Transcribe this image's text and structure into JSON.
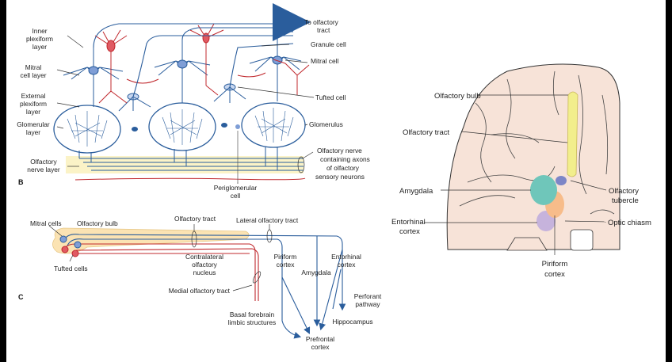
{
  "panel_b": {
    "letter": "B",
    "labels": {
      "inner_plexiform": [
        "Inner",
        "plexiform",
        "layer"
      ],
      "mitral_cell_layer": [
        "Mitral",
        "cell layer"
      ],
      "external_plexiform": [
        "External",
        "plexiform",
        "layer"
      ],
      "glomerular_layer": [
        "Glomerular",
        "layer"
      ],
      "olfactory_nerve_layer": [
        "Olfactory",
        "nerve layer"
      ],
      "to_olfactory_tract": [
        "To olfactory",
        "tract"
      ],
      "granule_cell": "Granule cell",
      "mitral_cell": "Mitral cell",
      "tufted_cell": "Tufted cell",
      "glomerulus": "Glomerulus",
      "olfactory_nerve": [
        "Olfactory nerve",
        "containing axons",
        "of olfactory",
        "sensory neurons"
      ],
      "periglomerular_cell": [
        "Periglomerular",
        "cell"
      ]
    }
  },
  "panel_c": {
    "letter": "C",
    "labels": {
      "mitral_cells": "Mitral cells",
      "olfactory_bulb": "Olfactory bulb",
      "olfactory_tract": "Olfactory tract",
      "lateral_olfactory_tract": "Lateral olfactory tract",
      "tufted_cells": "Tufted cells",
      "contralateral_nucleus": [
        "Contralateral",
        "olfactory",
        "nucleus"
      ],
      "piriform_cortex": [
        "Piriform",
        "cortex"
      ],
      "entorhinal_cortex": [
        "Entorhinal",
        "cortex"
      ],
      "amygdala": "Amygdala",
      "medial_olfactory_tract": "Medial olfactory tract",
      "perforant_pathway": [
        "Perforant",
        "pathway"
      ],
      "hippocampus": "Hippocampus",
      "basal_forebrain": [
        "Basal forebrain",
        "limbic structures"
      ],
      "prefrontal_cortex": [
        "Prefrontal",
        "cortex"
      ]
    }
  },
  "brain": {
    "labels": {
      "olfactory_bulb": "Olfactory bulb",
      "olfactory_tract": "Olfactory tract",
      "amygdala": "Amygdala",
      "entorhinal_cortex": [
        "Entorhinal",
        "cortex"
      ],
      "olfactory_tubercle": [
        "Olfactory",
        "tubercle"
      ],
      "optic_chiasm": "Optic chiasm",
      "piriform_cortex": [
        "Piriform",
        "cortex"
      ]
    }
  },
  "colors": {
    "neuron_blue": "#2a5d9c",
    "neuron_red": "#c0282d",
    "nerve_layer": "#fbf3c7",
    "brain_tissue": "#f7e3d8",
    "bulb_yellow": "#f2ee8c",
    "amygdala_teal": "#6fc6ba",
    "entorhinal_purple": "#c6b3dc",
    "piriform_orange": "#f7bc8a",
    "tubercle_blue": "#7d86c7"
  }
}
